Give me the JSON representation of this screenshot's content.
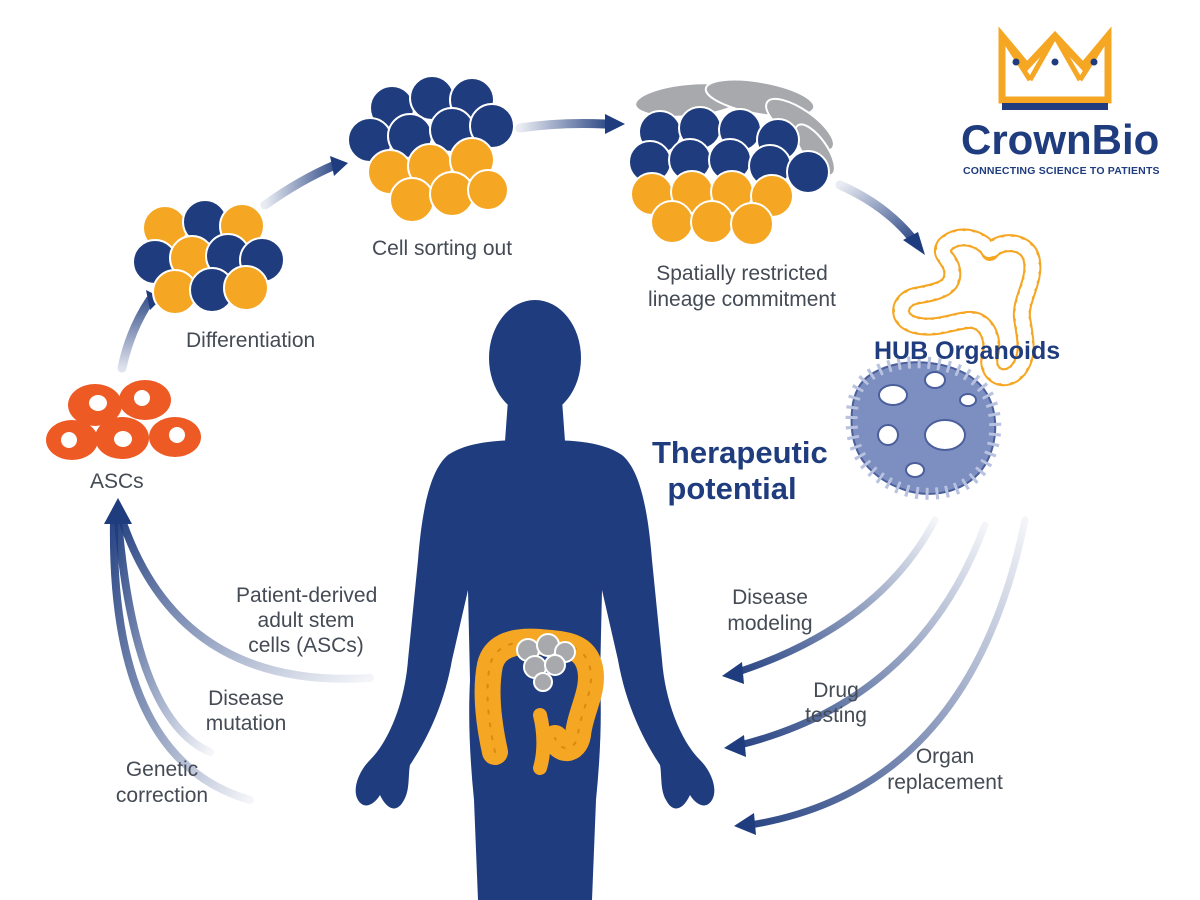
{
  "logo": {
    "brand": "CrownBio",
    "tagline": "CONNECTING SCIENCE TO PATIENTS"
  },
  "cycle": {
    "ascs": "ASCs",
    "differentiation": "Differentiation",
    "cell_sorting": "Cell sorting out",
    "spatial_line1": "Spatially restricted",
    "spatial_line2": "lineage commitment",
    "hub_organoids": "HUB Organoids"
  },
  "center": {
    "line1": "Therapeutic",
    "line2": "potential"
  },
  "inputs": {
    "patient_line1": "Patient-derived",
    "patient_line2": "adult stem",
    "patient_line3": "cells (ASCs)",
    "mutation_line1": "Disease",
    "mutation_line2": "mutation",
    "genetic_line1": "Genetic",
    "genetic_line2": "correction"
  },
  "outputs": {
    "modeling_line1": "Disease",
    "modeling_line2": "modeling",
    "drug_line1": "Drug",
    "drug_line2": "testing",
    "organ_line1": "Organ",
    "organ_line2": "replacement"
  },
  "colors": {
    "navy": "#1f3c7e",
    "orange": "#f5a623",
    "red_cell": "#ee5a24",
    "gray": "#a7a9ac",
    "organoid_blue": "#7d8fc0"
  }
}
